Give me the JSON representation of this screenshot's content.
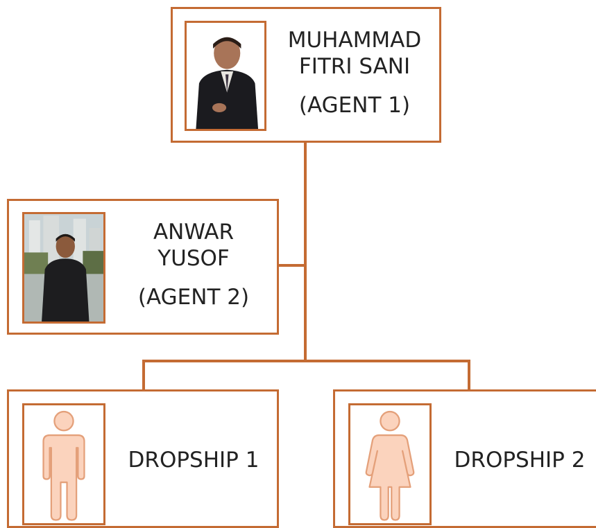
{
  "accent_color": "#c46b33",
  "nodes": {
    "agent1": {
      "name_line1": "MUHAMMAD",
      "name_line2": "FITRI SANI",
      "role": "(AGENT 1)",
      "icon": "photo-man-suit"
    },
    "agent2": {
      "name_line1": "ANWAR",
      "name_line2": "YUSOF",
      "role": "(AGENT 2)",
      "icon": "photo-man-outdoor"
    },
    "dropship1": {
      "label": "DROPSHIP 1",
      "icon": "male-person-icon"
    },
    "dropship2": {
      "label": "DROPSHIP 2",
      "icon": "female-person-icon"
    }
  }
}
